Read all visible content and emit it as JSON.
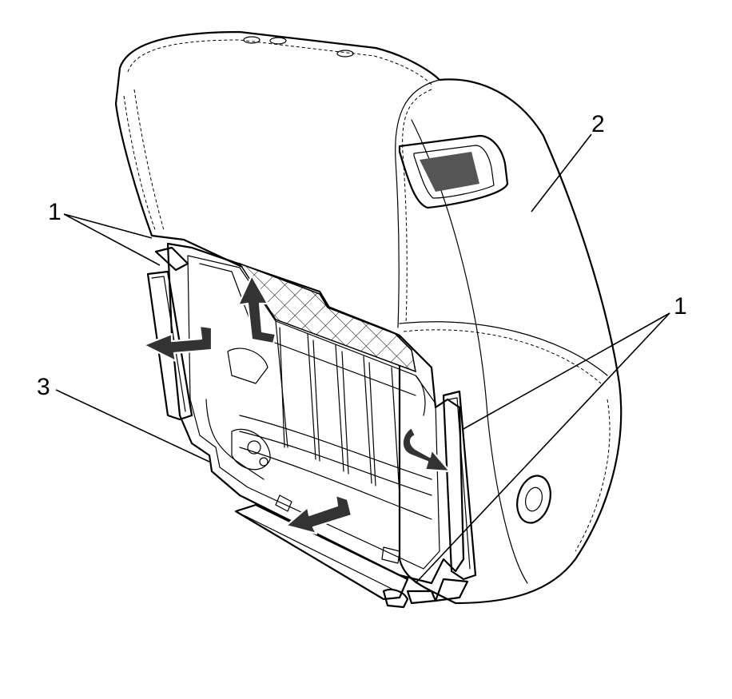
{
  "callouts": {
    "label_1": "1",
    "label_2": "2",
    "label_3": "3"
  },
  "colors": {
    "line": "#000000",
    "arrow_fill": "#333333",
    "background": "#ffffff"
  }
}
